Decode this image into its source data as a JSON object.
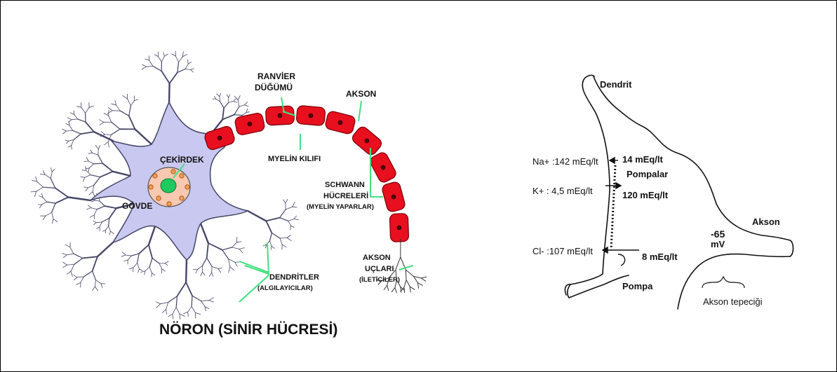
{
  "neuron": {
    "title": "NÖRON (SİNİR HÜCRESİ)",
    "labels": {
      "ranvier_line1": "RANVİER",
      "ranvier_line2": "DÜĞÜMÜ",
      "akson": "AKSON",
      "cekirdek": "ÇEKİRDEK",
      "myelin": "MYELİN KILIFI",
      "schwann_line1": "SCHWANN",
      "schwann_line2": "HÜCRELERİ",
      "schwann_line3": "(MYELİN YAPARLAR)",
      "govde": "GÖVDE",
      "akson_uclari_line1": "AKSON",
      "akson_uclari_line2": "UÇLARI",
      "akson_uclari_line3": "(İLETİCİLER)",
      "dendritler_line1": "DENDRİTLER",
      "dendritler_line2": "(ALGILAYICILAR)"
    },
    "colors": {
      "cell_body": "#c8c8f0",
      "cell_outline": "#444466",
      "myelin": "#e8101e",
      "pointer": "#40e080",
      "nucleus_fill": "#f8c8b0",
      "nucleolus": "#20c860"
    }
  },
  "membrane": {
    "labels": {
      "dendrit": "Dendrit",
      "na": "Na+ :142 mEq/lt",
      "na_in": "14 mEq/lt",
      "pompalar": "Pompalar",
      "k": "K+ : 4,5 mEq/lt",
      "k_in": "120 mEq/lt",
      "mv_value": "-65",
      "mv_unit": "mV",
      "akson": "Akson",
      "cl": "Cl- :107 mEq/lt",
      "cl_in": "8 mEq/lt",
      "pompa": "Pompa",
      "akson_tepecigi": "Akson tepeciği"
    }
  }
}
